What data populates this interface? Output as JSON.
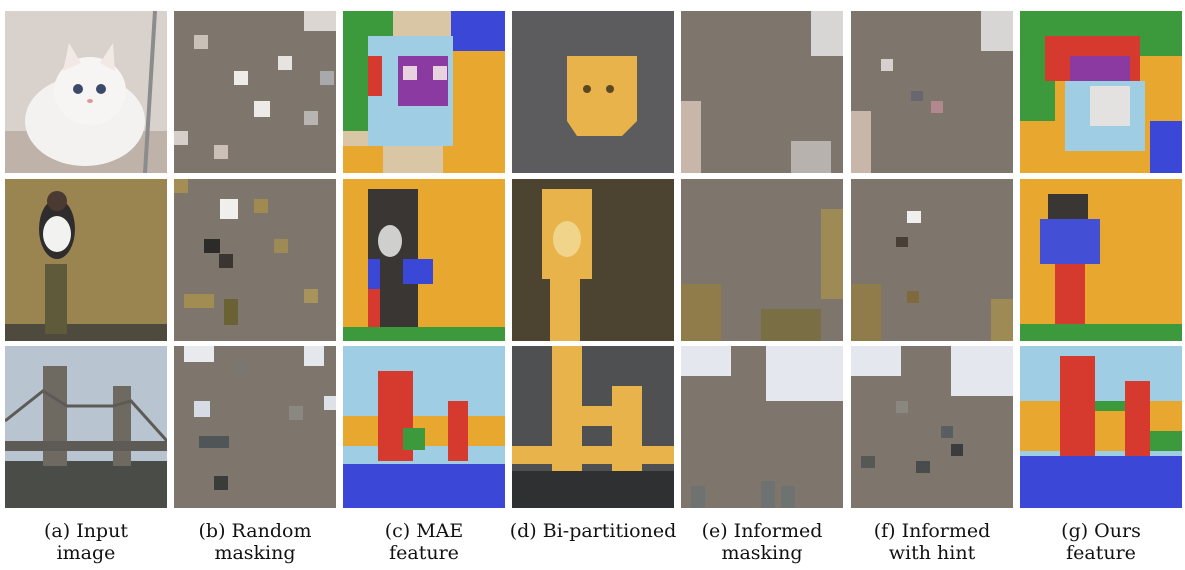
{
  "figure": {
    "columns": [
      {
        "id": "a",
        "line1": "(a) Input",
        "line2": "image"
      },
      {
        "id": "b",
        "line1": "(b) Random",
        "line2": "masking"
      },
      {
        "id": "c",
        "line1": "(c) MAE",
        "line2": "feature"
      },
      {
        "id": "d",
        "line1": "(d) Bi-partitioned",
        "line2": ""
      },
      {
        "id": "e",
        "line1": "(e) Informed",
        "line2": "masking"
      },
      {
        "id": "f",
        "line1": "(f) Informed",
        "line2": "with hint"
      },
      {
        "id": "g",
        "line1": "(g) Ours",
        "line2": "feature"
      }
    ],
    "rows": [
      "cat",
      "bird",
      "bridge"
    ],
    "colors": {
      "mask_gray": "#7e766c",
      "seg_orange": "#e8a72e",
      "seg_blue": "#3b47d6",
      "seg_red": "#d63a2e",
      "seg_green": "#3c9a3c",
      "seg_lightblue": "#9fcde4",
      "seg_purple": "#8a3aa0"
    }
  }
}
